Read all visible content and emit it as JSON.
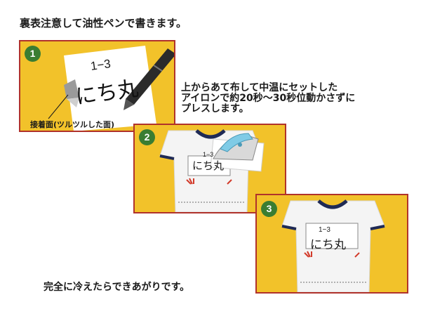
{
  "instructions": {
    "title": "裏表注意して油性ペンで書きます。",
    "step2_text": "上からあて布して中温にセットした\nアイロンで約20秒〜30秒位動かさずに\nプレスします。",
    "finish_text": "完全に冷えたらできあがりです。"
  },
  "steps": [
    {
      "number": "1",
      "label_code": "1−3",
      "label_name": "にち丸",
      "caption": "接着面(ツルツルした面)"
    },
    {
      "number": "2",
      "label_code": "1−3",
      "label_name": "にち丸"
    },
    {
      "number": "3",
      "label_code": "1−3",
      "label_name": "にち丸"
    }
  ],
  "colors": {
    "panel_background": "#f2c22a",
    "panel_border": "#b0322b",
    "badge": "#3a7d32",
    "shirt_trim": "#1f2a55",
    "iron_handle": "#7fcbe6"
  }
}
